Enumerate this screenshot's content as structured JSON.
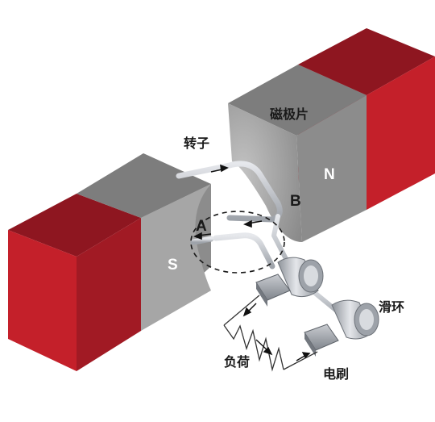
{
  "labels": {
    "pole_piece": "磁极片",
    "rotor": "转子",
    "pole_n": "N",
    "pole_s": "S",
    "point_a": "A",
    "point_b": "B",
    "slip_ring": "滑环",
    "load": "负荷",
    "brush": "电刷"
  },
  "colors": {
    "magnet_red_front": "#c4202a",
    "magnet_red_top": "#8e1620",
    "magnet_red_side": "#a11a24",
    "pole_gray_top": "#7d7d7d",
    "pole_gray_front": "#8c8c8c",
    "pole_gray_face": "#a6a6a6",
    "wire": "#c8cbd0",
    "ring_metal": "#b9bdc3"
  }
}
